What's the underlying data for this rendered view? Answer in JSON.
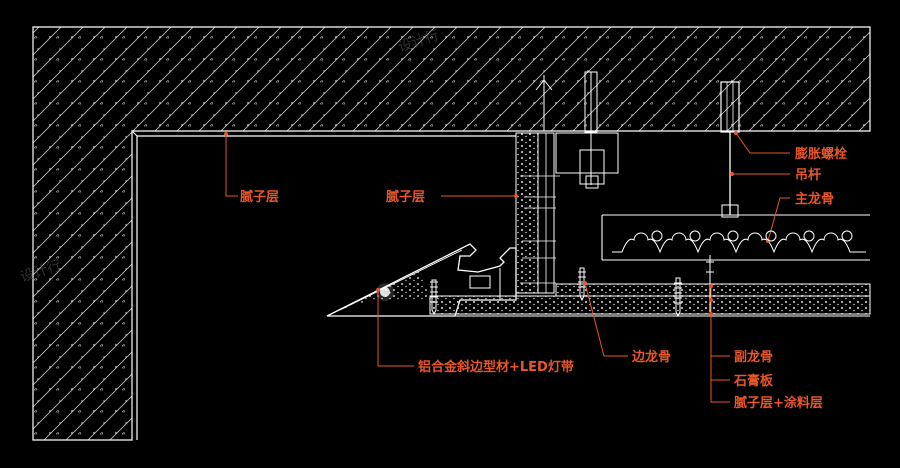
{
  "labels": {
    "putty_left": "腻子层",
    "putty_mid": "腻子层",
    "expansion_bolt": "膨胀螺栓",
    "hanger_rod": "吊杆",
    "main_keel": "主龙骨",
    "aluminum_profile": "铝合金斜边型材+LED灯带",
    "edge_keel": "边龙骨",
    "secondary_keel": "副龙骨",
    "gypsum_board": "石膏板",
    "putty_coating": "腻子层+涂料层"
  },
  "watermark": "设计行",
  "colors": {
    "background": "#000000",
    "lines": "#ffffff",
    "label": "#e8562a",
    "hatch": "#bdbdbd"
  }
}
